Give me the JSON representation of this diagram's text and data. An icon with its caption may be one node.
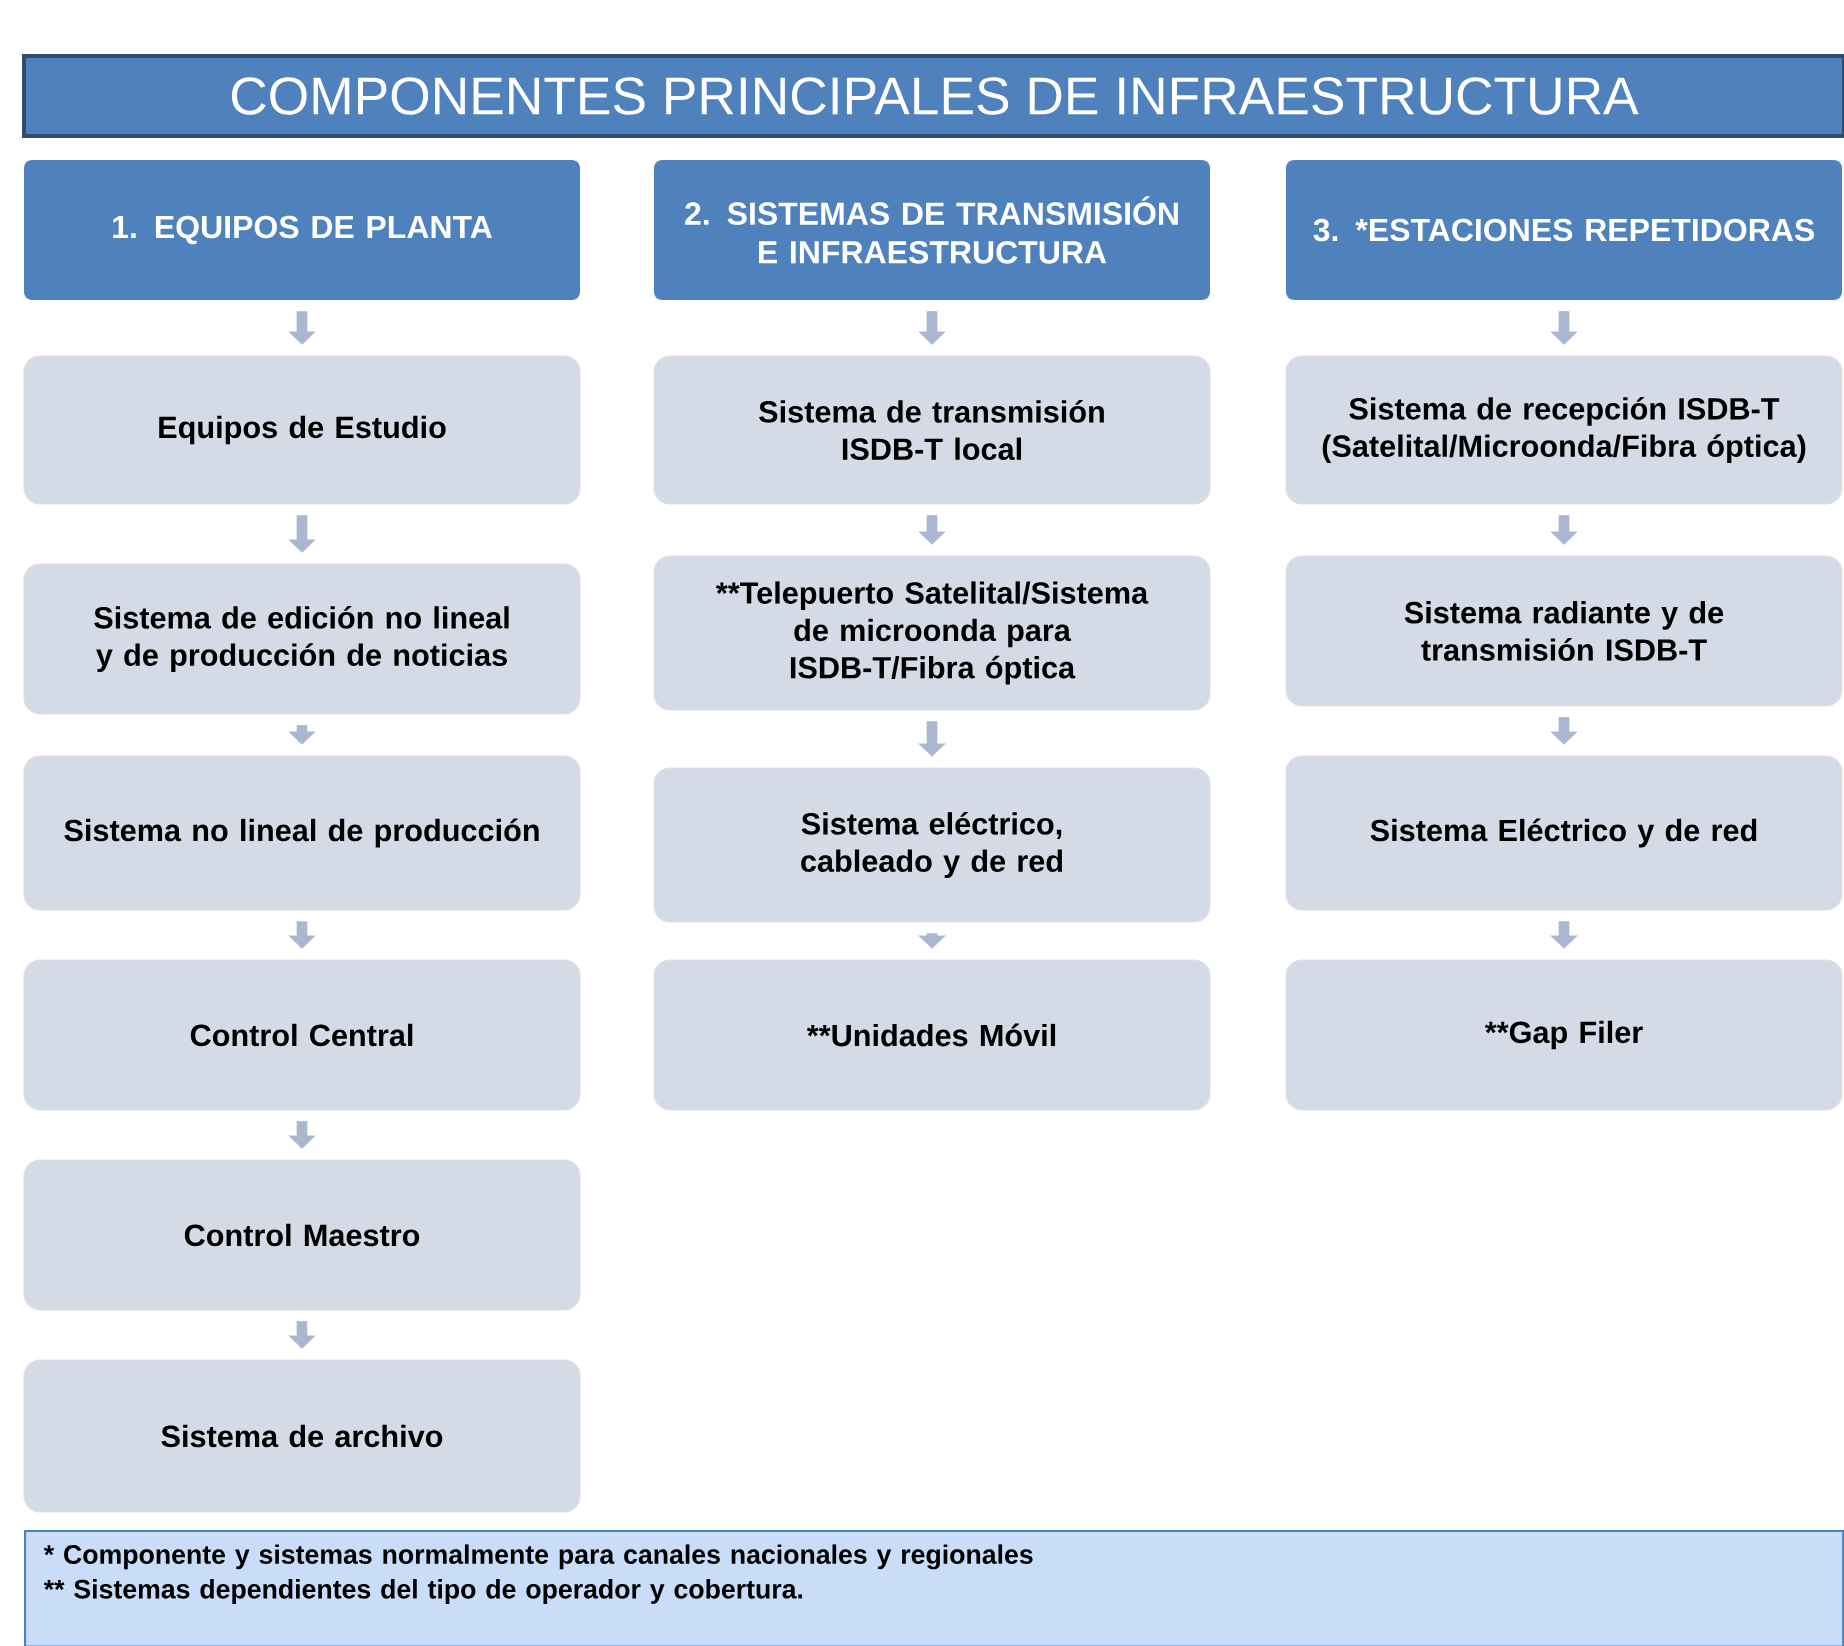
{
  "diagram": {
    "title": "COMPONENTES PRINCIPALES DE INFRAESTRUCTURA",
    "nodes": [
      {
        "text": [
          "1. EQUIPOS DE PLANTA"
        ]
      },
      {
        "text": [
          "Equipos de Estudio"
        ]
      },
      {
        "text": [
          "Sistema de edición no lineal y de producción de noticias"
        ]
      },
      {
        "text": [
          "Sistema no lineal de producción"
        ]
      },
      {
        "text": [
          "Control Central"
        ]
      },
      {
        "text": [
          "Control Maestro"
        ]
      },
      {
        "text": [
          "Sistema de archivo"
        ]
      },
      {
        "text": [
          "2. SISTEMAS DE TRANSMISIÓN E INFRAESTRUCTURA"
        ]
      },
      {
        "text": [
          "Sistema de transmisión ISDB-T local"
        ]
      },
      {
        "text": [
          "**Telepuerto Satelital/Sistema de microonda para ISDB-T/Fibra óptica"
        ]
      },
      {
        "text": [
          "Sistema eléctrico, cableado y de red"
        ]
      },
      {
        "text": [
          "**Unidades Móvil"
        ]
      },
      {
        "text": [
          "3. *ESTACIONES REPETIDORAS"
        ]
      },
      {
        "text": [
          "Sistema de recepción ISDB-T (Satelital/Microonda/Fibra óptica)"
        ]
      },
      {
        "text": [
          "Sistema radiante y de  transmisión ISDB-T"
        ]
      },
      {
        "text": [
          "Sistema Eléctrico y de red"
        ]
      },
      {
        "text": [
          "**Gap Filer"
        ]
      },
      {
        "text": [
          "* Componente y sistemas normalmente para canales nacionales y regionales",
          "** Sistemas dependientes del tipo de operador y cobertura."
        ]
      }
    ],
    "edges": [
      {
        "from": 0,
        "to": 1,
        "arrow": "to"
      },
      {
        "from": 1,
        "to": 2,
        "arrow": "to"
      },
      {
        "from": 2,
        "to": 3,
        "arrow": "to"
      },
      {
        "from": 3,
        "to": 4,
        "arrow": "to"
      },
      {
        "from": 4,
        "to": 5,
        "arrow": "to"
      },
      {
        "from": 5,
        "to": 6,
        "arrow": "to"
      },
      {
        "from": 7,
        "to": 8,
        "arrow": "to"
      },
      {
        "from": 8,
        "to": 9,
        "arrow": "to"
      },
      {
        "from": 9,
        "to": 10,
        "arrow": "to"
      },
      {
        "from": 10,
        "to": 11,
        "arrow": "to"
      },
      {
        "from": 12,
        "to": 13,
        "arrow": "to"
      },
      {
        "from": 13,
        "to": 14,
        "arrow": "to"
      },
      {
        "from": 14,
        "to": 15,
        "arrow": "to"
      },
      {
        "from": 15,
        "to": 16,
        "arrow": "to"
      }
    ]
  }
}
